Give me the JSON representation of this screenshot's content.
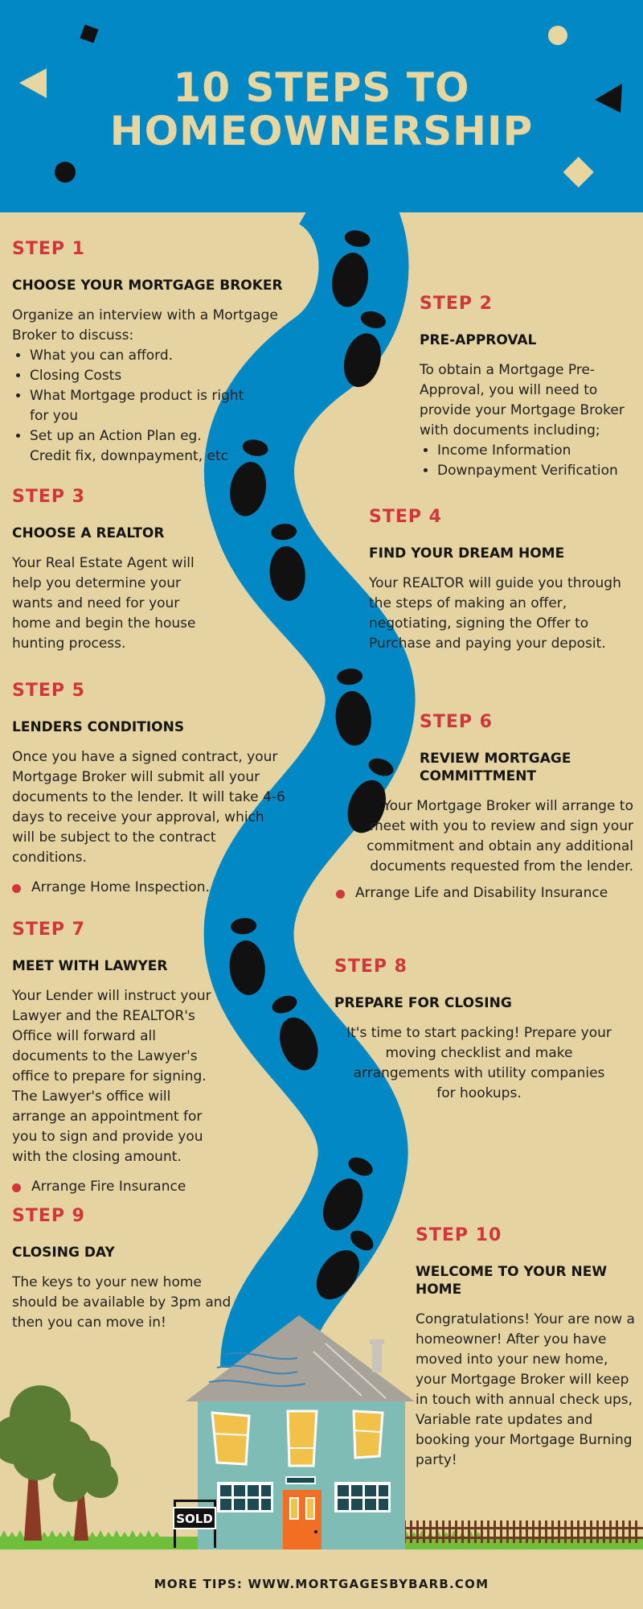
{
  "title": {
    "line1": "10 STEPS TO",
    "line2": "HOMEOWNERSHIP"
  },
  "colors": {
    "header_bg": "#0188c5",
    "page_bg": "#e5d3a2",
    "title": "#e8d6a0",
    "step_label": "#d2363d",
    "road": "#0188c5"
  },
  "steps": [
    {
      "label": "STEP 1",
      "heading": "CHOOSE YOUR MORTGAGE BROKER",
      "body": "Organize an interview with a Mortgage Broker to discuss:",
      "bullets": [
        "What you can afford.",
        "Closing Costs",
        "What Mortgage product is right for you",
        "Set up an Action Plan eg. Credit fix, downpayment, etc"
      ]
    },
    {
      "label": "STEP 2",
      "heading": "PRE-APPROVAL",
      "body": "To obtain a Mortgage Pre-Approval, you will need to provide your Mortgage Broker with documents including;",
      "bullets": [
        "Income Information",
        "Downpayment Verification"
      ]
    },
    {
      "label": "STEP 3",
      "heading": "CHOOSE A REALTOR",
      "body": "Your Real Estate Agent will help you determine your wants and need for your home and begin the house hunting process."
    },
    {
      "label": "STEP 4",
      "heading": "FIND YOUR DREAM HOME",
      "body": "Your REALTOR will guide you through the steps of making an offer, negotiating, signing the Offer to Purchase and paying your deposit."
    },
    {
      "label": "STEP 5",
      "heading": "LENDERS CONDITIONS",
      "body": "Once you have a signed contract, your Mortgage Broker will submit all your documents to the lender. It will take 4-6 days to receive your approval, which will be subject to the contract conditions.",
      "note": "Arrange Home Inspection."
    },
    {
      "label": "STEP 6",
      "heading": "REVIEW MORTGAGE COMMITTMENT",
      "body": "Your Mortgage Broker will arrange to meet with you to review and sign your commitment and obtain any additional documents requested from the lender.",
      "note": "Arrange Life and Disability Insurance"
    },
    {
      "label": "STEP 7",
      "heading": "MEET WITH LAWYER",
      "body": "Your Lender will instruct your Lawyer and the REALTOR's Office will forward all documents to the Lawyer's office to prepare for signing. The Lawyer's office will arrange an appointment for you to sign and provide you with the closing amount.",
      "note": "Arrange Fire Insurance"
    },
    {
      "label": "STEP 8",
      "heading": "PREPARE FOR CLOSING",
      "body": "It's time to start packing! Prepare your moving checklist and make arrangements with utility companies for hookups."
    },
    {
      "label": "STEP 9",
      "heading": "CLOSING DAY",
      "body": "The keys to your new home should be available by 3pm and then you can move in!"
    },
    {
      "label": "STEP 10",
      "heading": "WELCOME TO YOUR NEW HOME",
      "body": "Congratulations! Your are now a homeowner! After you have moved into your new home, your Mortgage Broker will keep in touch with annual check ups, Variable rate updates and booking your Mortgage Burning party!"
    }
  ],
  "sign": {
    "text": "SOLD"
  },
  "footer": {
    "text": "MORE TIPS: WWW.MORTGAGESBYBARB.COM"
  }
}
